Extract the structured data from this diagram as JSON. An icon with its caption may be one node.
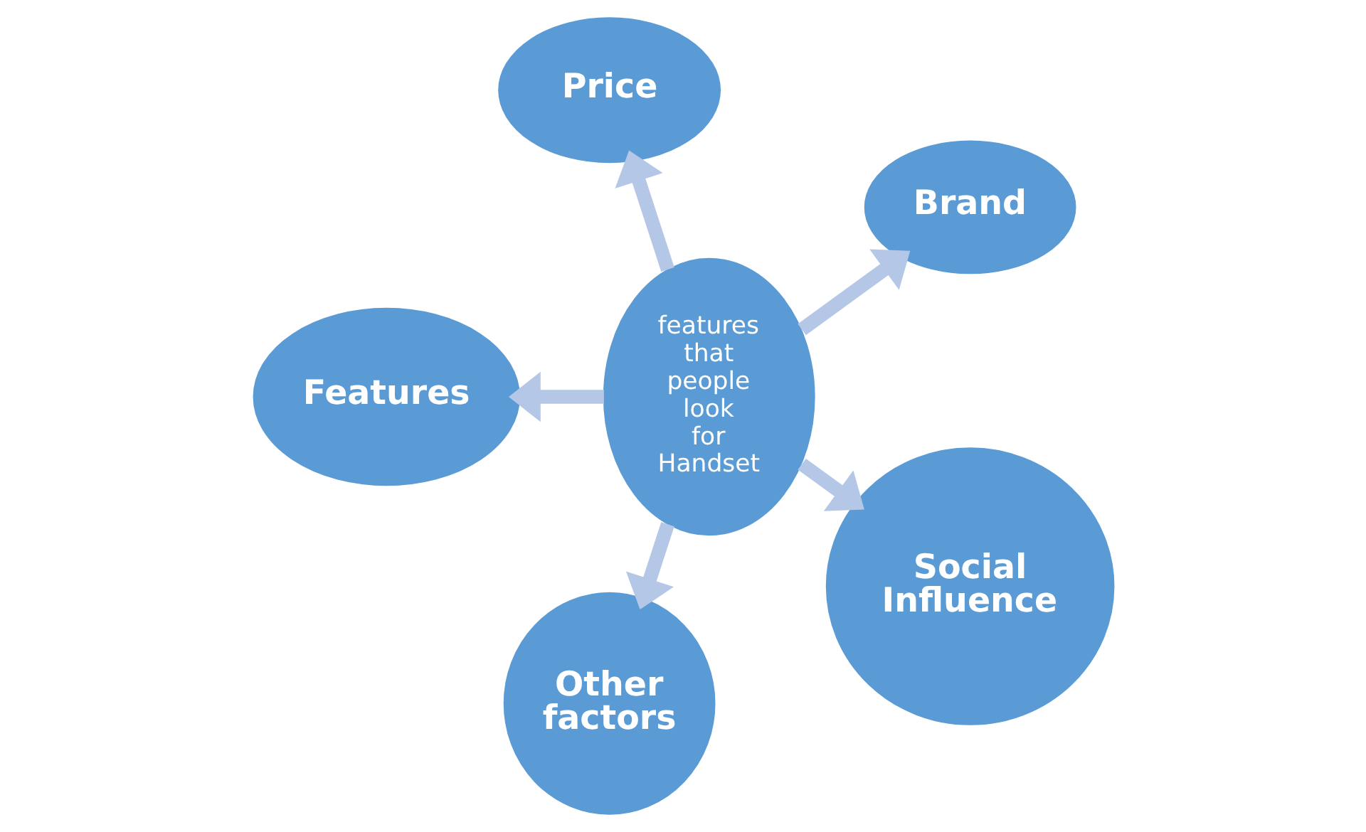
{
  "diagram": {
    "nodes": [
      {
        "text": [
          "Brand"
        ]
      },
      {
        "text": [
          "Price"
        ]
      },
      {
        "text": [
          "Features"
        ]
      },
      {
        "text": [
          "features that people look for Handset"
        ]
      },
      {
        "text": [
          "Other factors"
        ]
      },
      {
        "text": [
          "Social Influence"
        ]
      }
    ],
    "edges": [
      {
        "from": 3,
        "to": 0,
        "arrow": "to"
      },
      {
        "from": 3,
        "to": 1,
        "arrow": "to"
      },
      {
        "from": 3,
        "to": 2,
        "arrow": "to"
      },
      {
        "from": 3,
        "to": 4,
        "arrow": "to"
      },
      {
        "from": 3,
        "to": 5,
        "arrow": "to"
      }
    ]
  }
}
